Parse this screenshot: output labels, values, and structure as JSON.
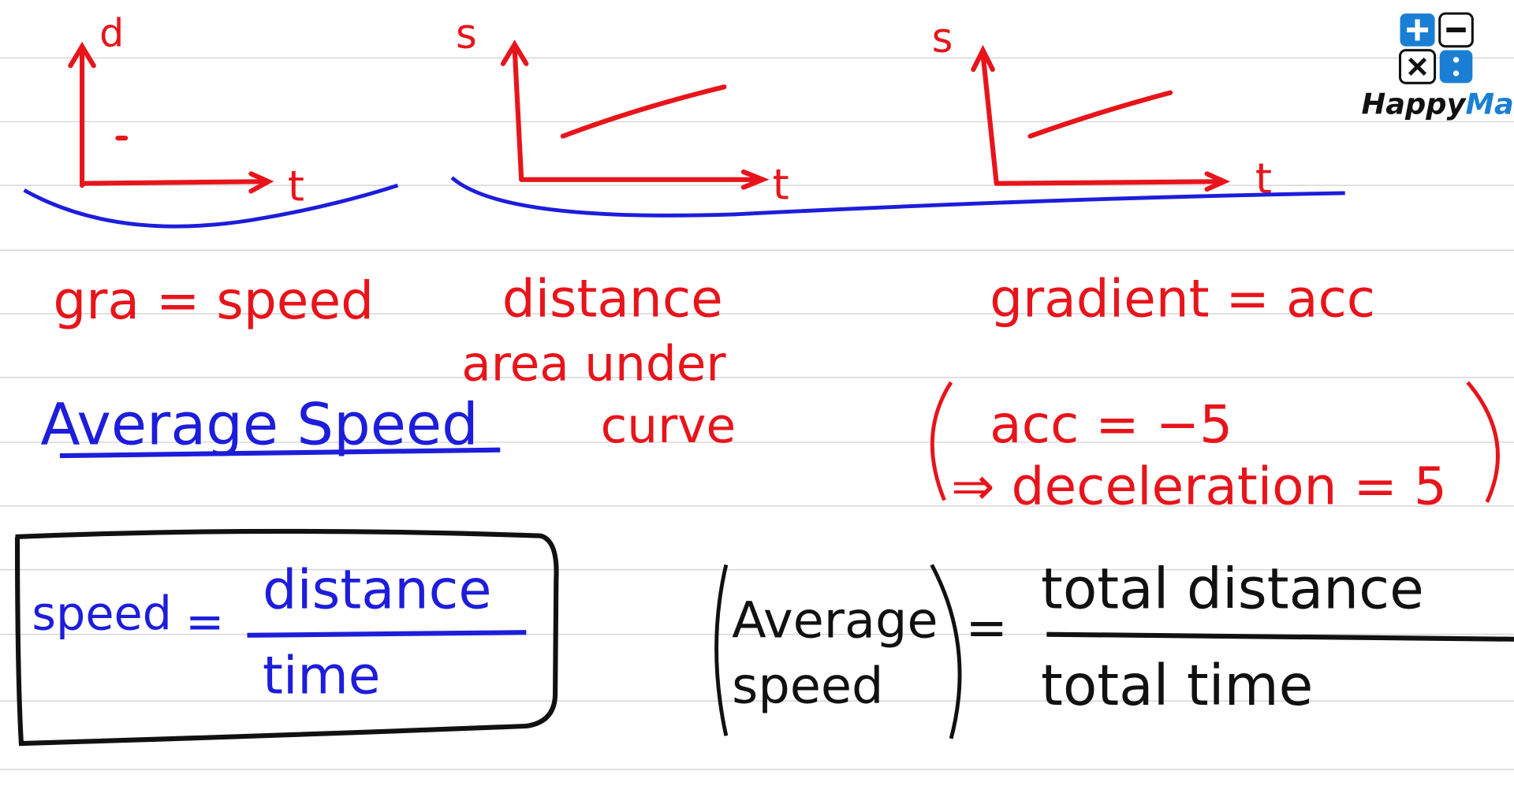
{
  "colors": {
    "red": "#e8141b",
    "blue": "#1d1ddb",
    "black": "#111111",
    "rule": "#d6d6d6",
    "logo_blue": "#1a7fd4"
  },
  "logo": {
    "name": "HappyMath",
    "part1": "Happy",
    "part2": "Math",
    "icon": "calculator-operators-icon"
  },
  "graphs": [
    {
      "y_axis": "d",
      "x_axis": "t"
    },
    {
      "y_axis": "s",
      "x_axis": "t"
    },
    {
      "y_axis": "s",
      "x_axis": "t"
    }
  ],
  "notes": {
    "gra_speed": "gra = speed",
    "distance": "distance",
    "area_under": "area under",
    "curve": "curve",
    "gradient_acc": "gradient = acc",
    "average_speed_heading": "Average Speed",
    "acc_value": "acc = −5",
    "deceleration": "⇒ deceleration = 5"
  },
  "formula_box": {
    "lhs": "speed",
    "equals": "=",
    "numerator": "distance",
    "denominator": "time"
  },
  "avg_formula": {
    "lhs_line1": "Average",
    "lhs_line2": "speed",
    "equals": "=",
    "numerator": "total distance",
    "denominator": "total time"
  }
}
